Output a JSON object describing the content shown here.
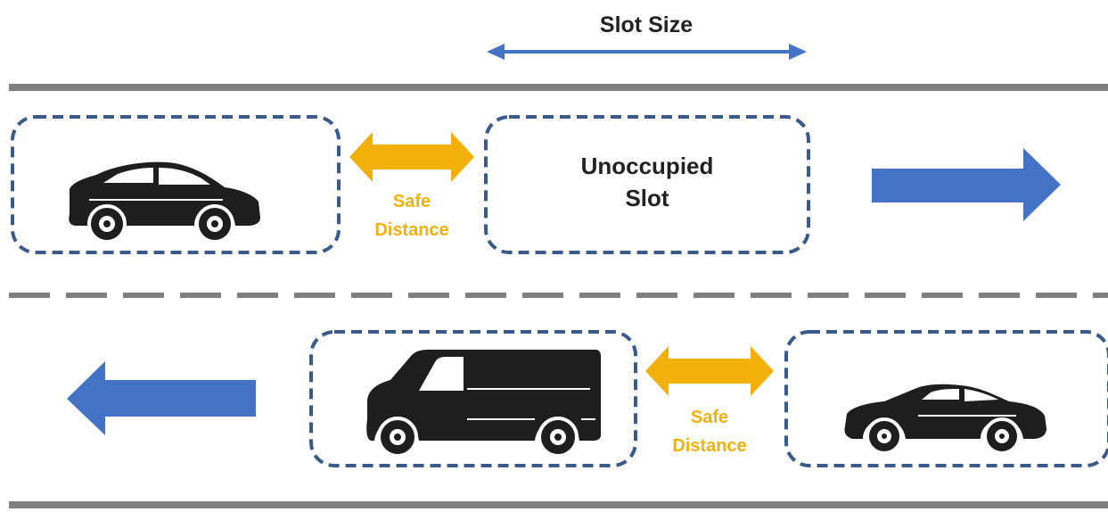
{
  "slot_size_label": "Slot Size",
  "unoccupied_slot": {
    "line1": "Unoccupied",
    "line2": "Slot"
  },
  "safe_distance_top": {
    "line1": "Safe",
    "line2": "Distance"
  },
  "safe_distance_bottom": {
    "line1": "Safe",
    "line2": "Distance"
  },
  "colors": {
    "road_line": "#7f7f7f",
    "slot_border": "#3a5a8a",
    "direction_arrow": "#4472c4",
    "safe_distance": "#f2b10a",
    "vehicle": "#1e1e1e"
  }
}
